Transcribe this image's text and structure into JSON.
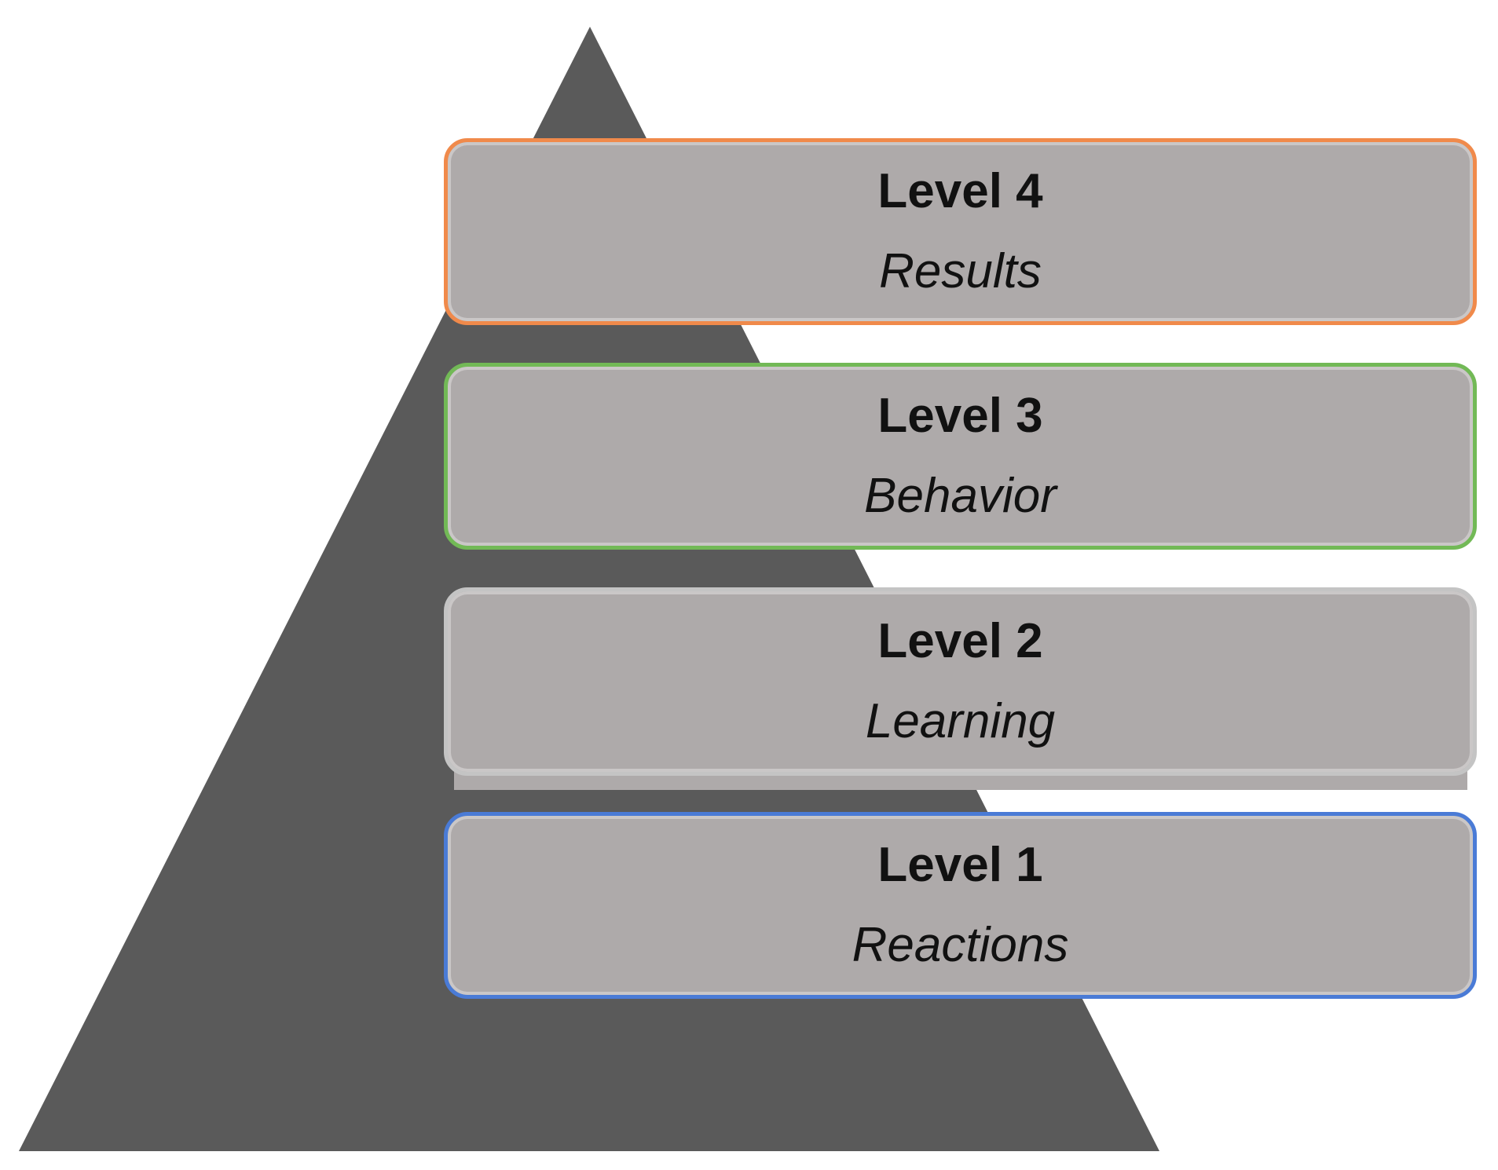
{
  "colors": {
    "pyramid": "#5a5a5a",
    "box_fill": "#aeaaaa",
    "text": "#111111"
  },
  "levels": [
    {
      "title": "Level 4",
      "subtitle": "Results",
      "border_color": "#f08a4b"
    },
    {
      "title": "Level 3",
      "subtitle": "Behavior",
      "border_color": "#72b956"
    },
    {
      "title": "Level 2",
      "subtitle": "Learning",
      "border_color": "#c4c4c4"
    },
    {
      "title": "Level 1",
      "subtitle": "Reactions",
      "border_color": "#4a7bd6"
    }
  ]
}
